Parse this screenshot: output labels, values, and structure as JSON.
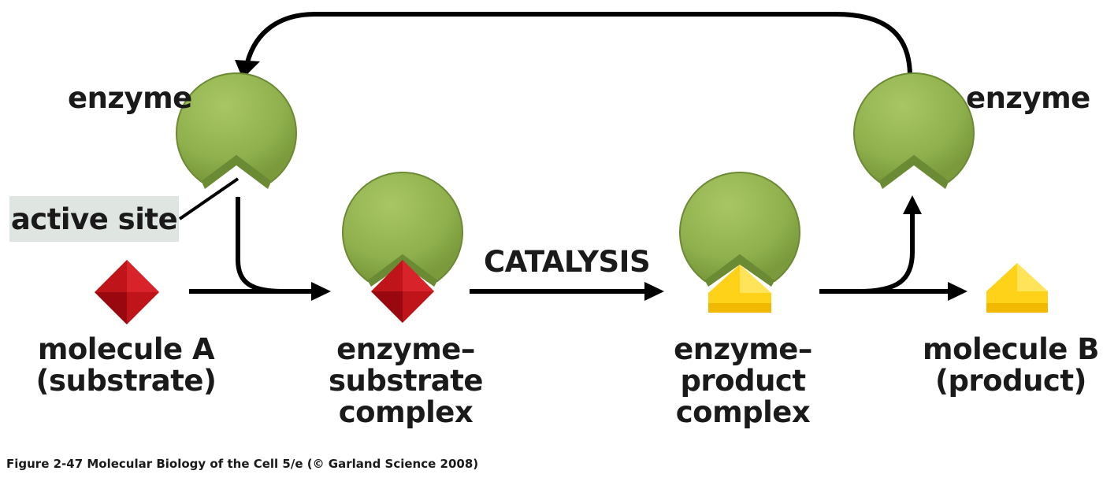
{
  "labels": {
    "enzyme_left": "enzyme",
    "enzyme_right": "enzyme",
    "active_site": "active site",
    "molecule_a": [
      "molecule A",
      "(substrate)"
    ],
    "es_complex": [
      "enzyme–",
      "substrate",
      "complex"
    ],
    "catalysis": "CATALYSIS",
    "ep_complex": [
      "enzyme–",
      "product",
      "complex"
    ],
    "molecule_b": [
      "molecule B",
      "(product)"
    ]
  },
  "caption": "Figure 2-47  Molecular Biology of the Cell 5/e (© Garland Science 2008)",
  "colors": {
    "enzyme_green": "#8fb04d",
    "enzyme_dark": "#6b8a34",
    "substrate_red": "#c0141b",
    "product_yellow": "#ffd21a",
    "arrow": "#000000",
    "label_bg": "#dfe6e2"
  }
}
